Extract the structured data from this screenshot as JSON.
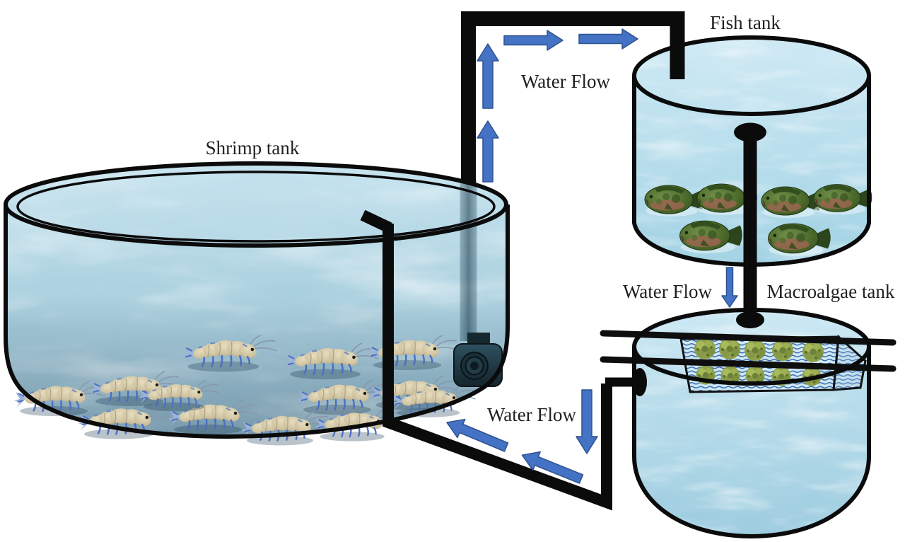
{
  "figure": {
    "tanks": [
      {
        "name": "Shrimp tank"
      },
      {
        "name": "Fish tank"
      },
      {
        "name": "Macroalgae tank"
      }
    ],
    "flow_labels": {
      "top": "Water Flow",
      "middle": "Water Flow",
      "bottom": "Water Flow"
    },
    "counts": {
      "shrimp": 13,
      "fish": 6,
      "algae_clumps": 10
    },
    "arrows": {
      "shrimp_to_fish_up": 2,
      "shrimp_to_fish_right": 2,
      "fish_to_macroalgae_down": 1,
      "macroalgae_outlet_down": 1,
      "return_to_shrimp_diagonal": 2
    },
    "colors": {
      "arrow_fill": "#4472c4",
      "arrow_stroke": "#2f528f",
      "pipe_black": "#0b0b0b",
      "label_color": "#1f1f1f",
      "water_light": "#cfeaf5",
      "water_deep": "#8fb6c9",
      "algae_green": "#97a94f",
      "mesh_blue": "#2d5fa8"
    }
  }
}
